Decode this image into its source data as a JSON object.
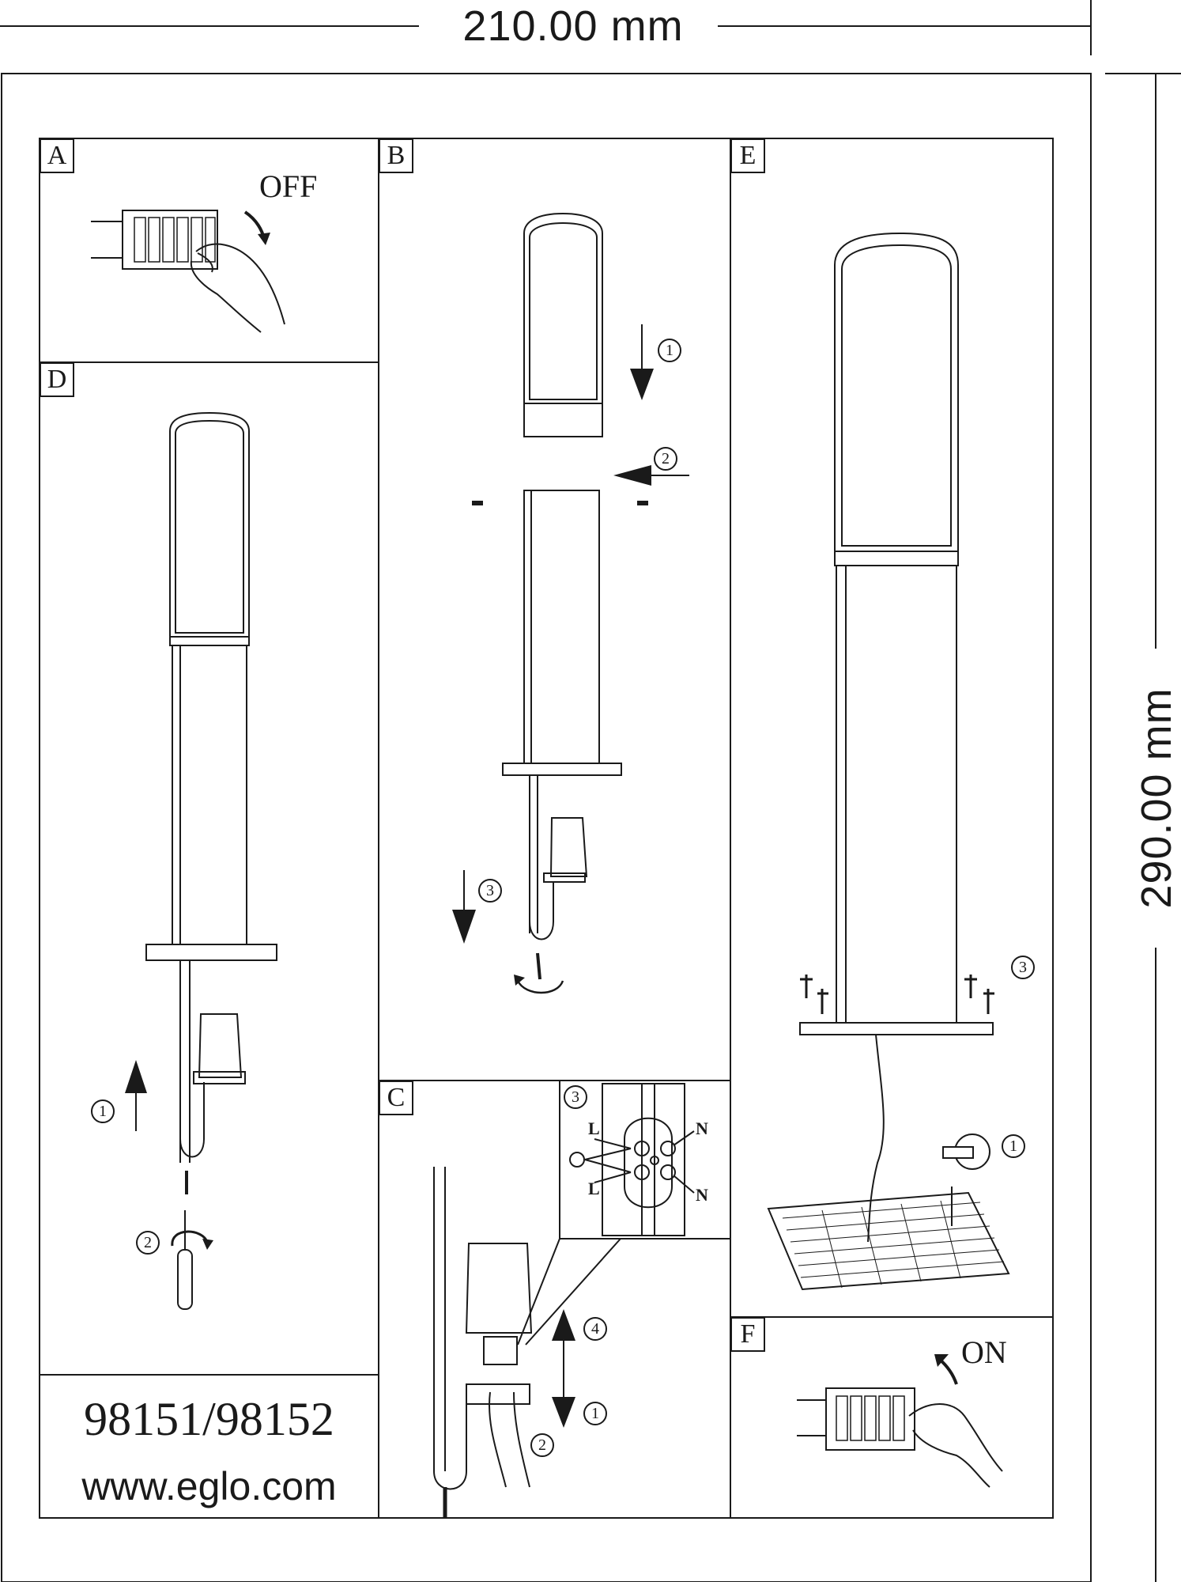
{
  "dimensions": {
    "width_label": "210.00 mm",
    "height_label": "290.00 mm"
  },
  "panels": {
    "A": {
      "letter": "A",
      "state_label": "OFF"
    },
    "B": {
      "letter": "B",
      "steps": [
        "1",
        "2",
        "3"
      ]
    },
    "C": {
      "letter": "C",
      "steps": [
        "1",
        "2",
        "3",
        "4"
      ],
      "terminal_labels": [
        "L",
        "L",
        "N",
        "N"
      ]
    },
    "D": {
      "letter": "D",
      "steps": [
        "1",
        "2"
      ]
    },
    "E": {
      "letter": "E",
      "steps": [
        "1",
        "3"
      ]
    },
    "F": {
      "letter": "F",
      "state_label": "ON"
    }
  },
  "footer": {
    "model": "98151/98152",
    "website": "www.eglo.com"
  },
  "colors": {
    "ink": "#1a1a1a",
    "paper": "#ffffff"
  }
}
